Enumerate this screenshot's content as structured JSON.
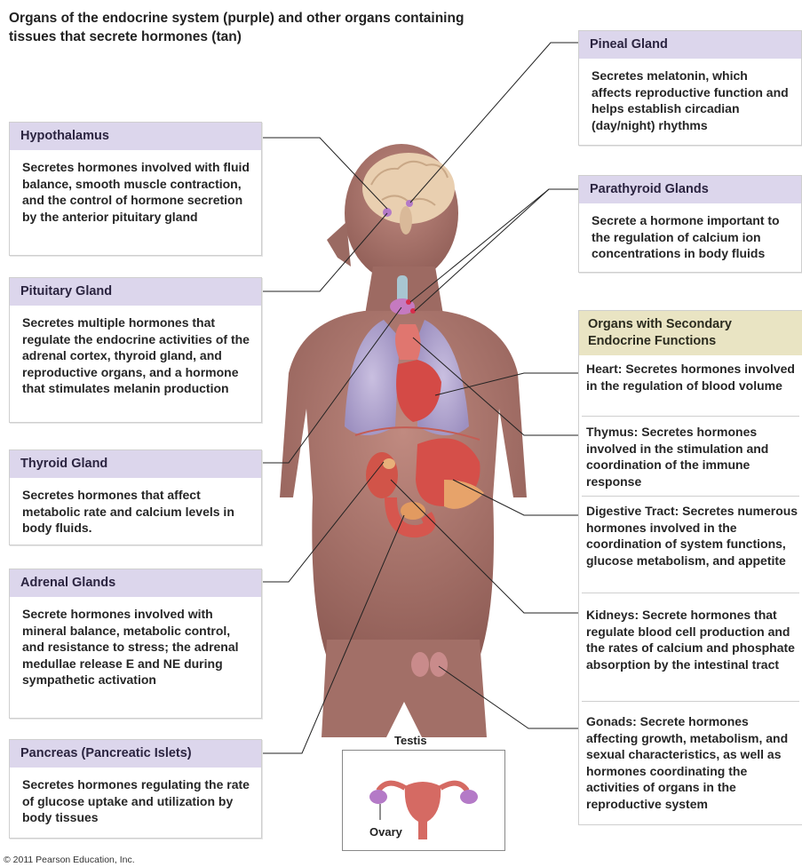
{
  "title": "Organs of the endocrine system (purple) and other organs containing tissues that secrete hormones (tan)",
  "boxes": {
    "hypothalamus": {
      "title": "Hypothalamus",
      "text": "Secretes hormones involved with fluid balance, smooth muscle contraction, and the control of hormone secretion by the anterior pituitary gland"
    },
    "pituitary": {
      "title": "Pituitary Gland",
      "text": "Secretes multiple hormones that regulate the endocrine activities of the adrenal cortex, thyroid gland, and reproductive organs, and a hormone that stimulates melanin production"
    },
    "thyroid": {
      "title": "Thyroid Gland",
      "text": "Secretes hormones that affect metabolic rate and calcium levels in body fluids."
    },
    "adrenal": {
      "title": "Adrenal Glands",
      "text": "Secrete hormones involved with mineral balance, metabolic control, and resistance to stress; the adrenal medullae release E and NE during sympathetic activation"
    },
    "pancreas": {
      "title": "Pancreas (Pancreatic Islets)",
      "text": "Secretes hormones regulating the rate of glucose uptake and utilization by body tissues"
    },
    "pineal": {
      "title": "Pineal Gland",
      "text": "Secretes melatonin, which affects reproductive function and helps establish circadian (day/night) rhythms"
    },
    "parathyroid": {
      "title": "Parathyroid Glands",
      "text": "Secrete a hormone important to the regulation of calcium ion concentrations in body fluids"
    }
  },
  "secondary": {
    "title": "Organs with Secondary Endocrine Functions",
    "items": [
      "Heart: Secretes hormones involved in the regulation of blood volume",
      "Thymus: Secretes hormones involved in the stimulation and coordination of the immune response",
      "Digestive Tract: Secretes numerous hormones involved in the coordination of system functions, glucose metabolism, and appetite",
      "Kidneys: Secrete hormones that regulate blood cell production and the rates of calcium and phosphate absorption by the intestinal tract",
      "Gonads: Secrete hormones affecting growth, metabolism, and sexual characteristics, as well as hormones coordinating the activities of organs in the reproductive system"
    ]
  },
  "labels": {
    "testis": "Testis",
    "ovary": "Ovary"
  },
  "copyright": "© 2011 Pearson Education, Inc.",
  "colors": {
    "endocrine_header": "#dcd6ec",
    "secondary_header": "#e9e4c3",
    "skin": "#a9736a",
    "organ": "#d9534f"
  }
}
